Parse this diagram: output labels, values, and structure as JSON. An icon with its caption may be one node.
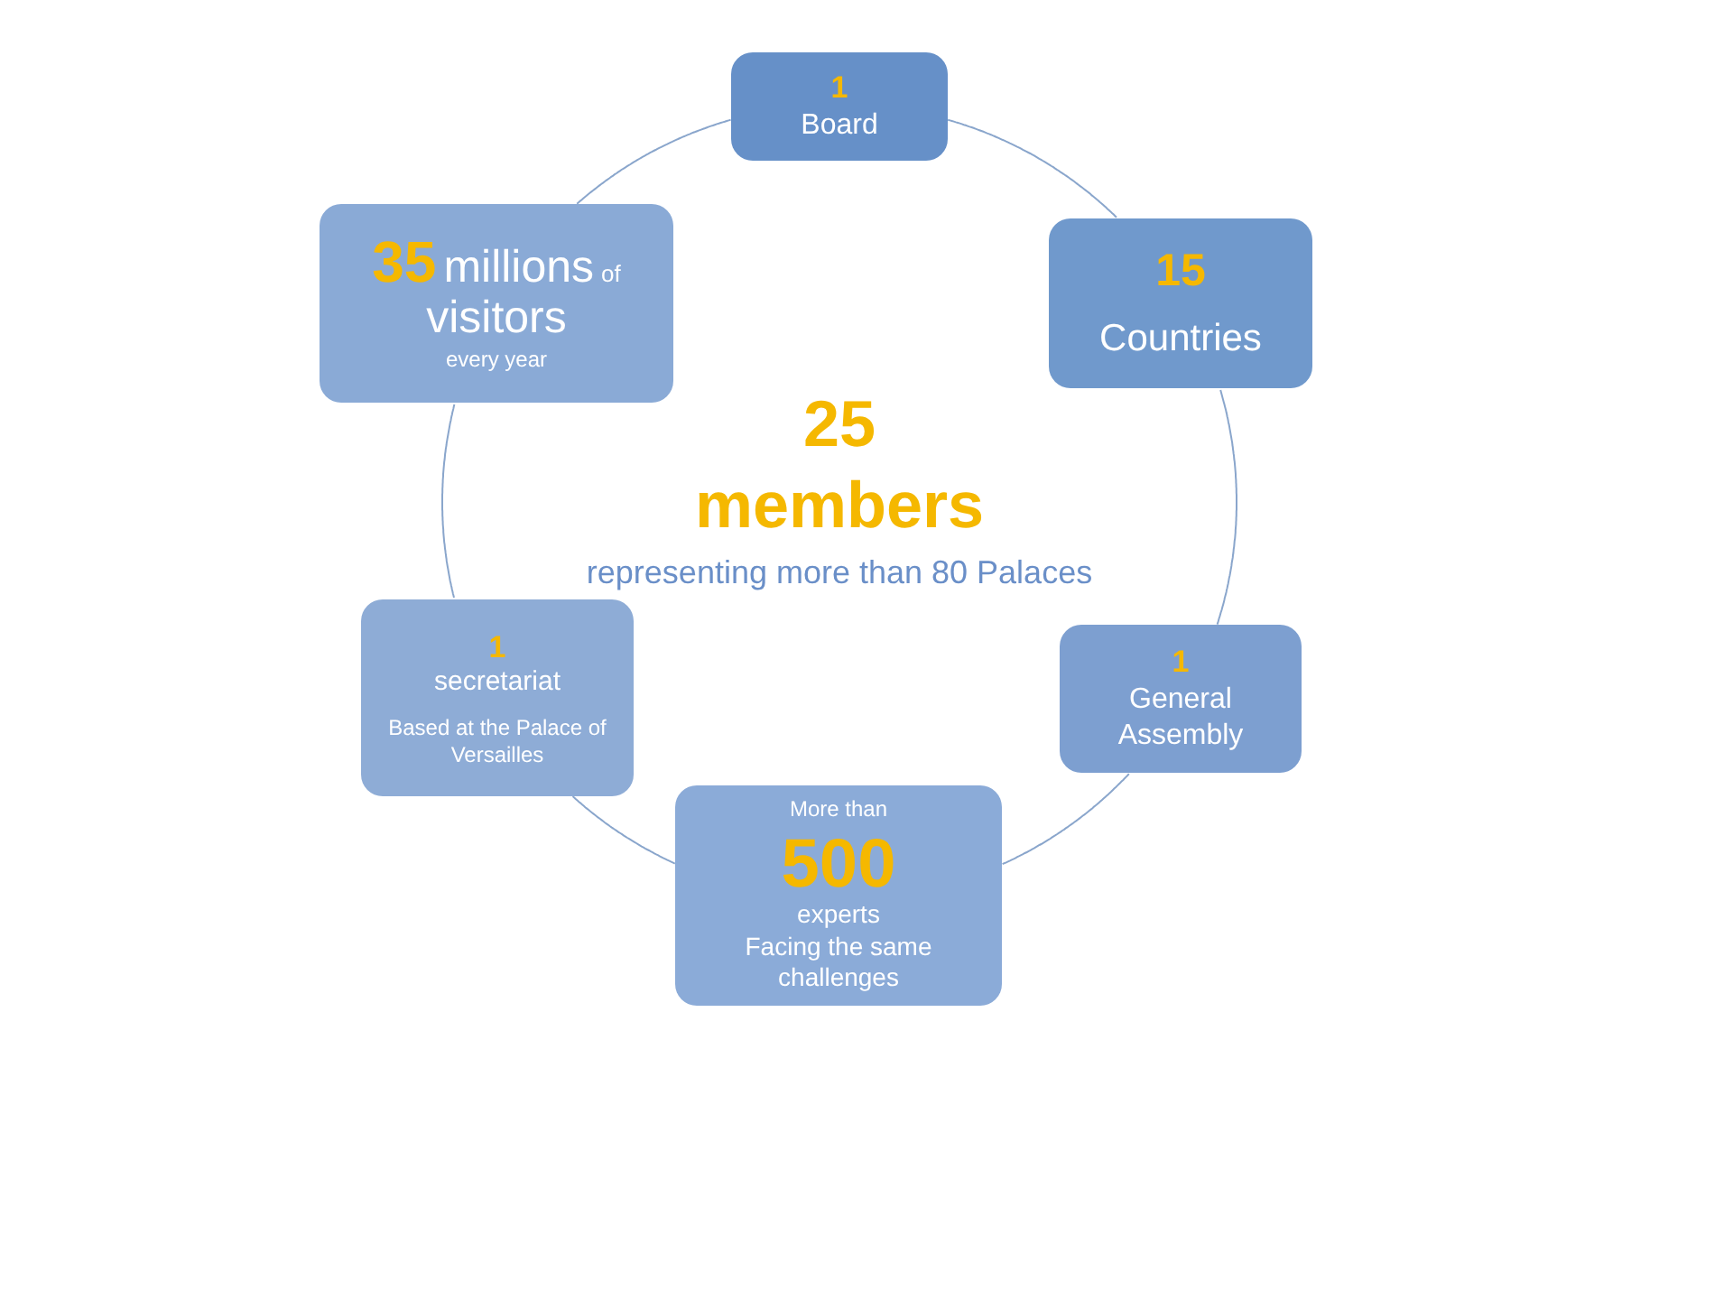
{
  "diagram": {
    "nodes": [
      {
        "text": [
          "1",
          "Board"
        ]
      },
      {
        "text": [
          "35",
          "millions",
          "of",
          "visitors",
          "every year"
        ]
      },
      {
        "text": [
          "15",
          "Countries"
        ]
      },
      {
        "text": [
          "1",
          "secretariat",
          "Based at the Palace of Versailles"
        ]
      },
      {
        "text": [
          "1",
          "General Assembly"
        ]
      },
      {
        "text": [
          "More than",
          "500",
          "experts",
          "Facing the same challenges"
        ]
      }
    ],
    "edges": [
      {
        "from": 0,
        "to": 2,
        "arrow": "none"
      },
      {
        "from": 2,
        "to": 4,
        "arrow": "none"
      },
      {
        "from": 4,
        "to": 5,
        "arrow": "none"
      },
      {
        "from": 5,
        "to": 3,
        "arrow": "none"
      },
      {
        "from": 3,
        "to": 1,
        "arrow": "none"
      },
      {
        "from": 1,
        "to": 0,
        "arrow": "none"
      }
    ],
    "labels": [
      "25",
      "members",
      "representing more than 80 Palaces"
    ]
  }
}
